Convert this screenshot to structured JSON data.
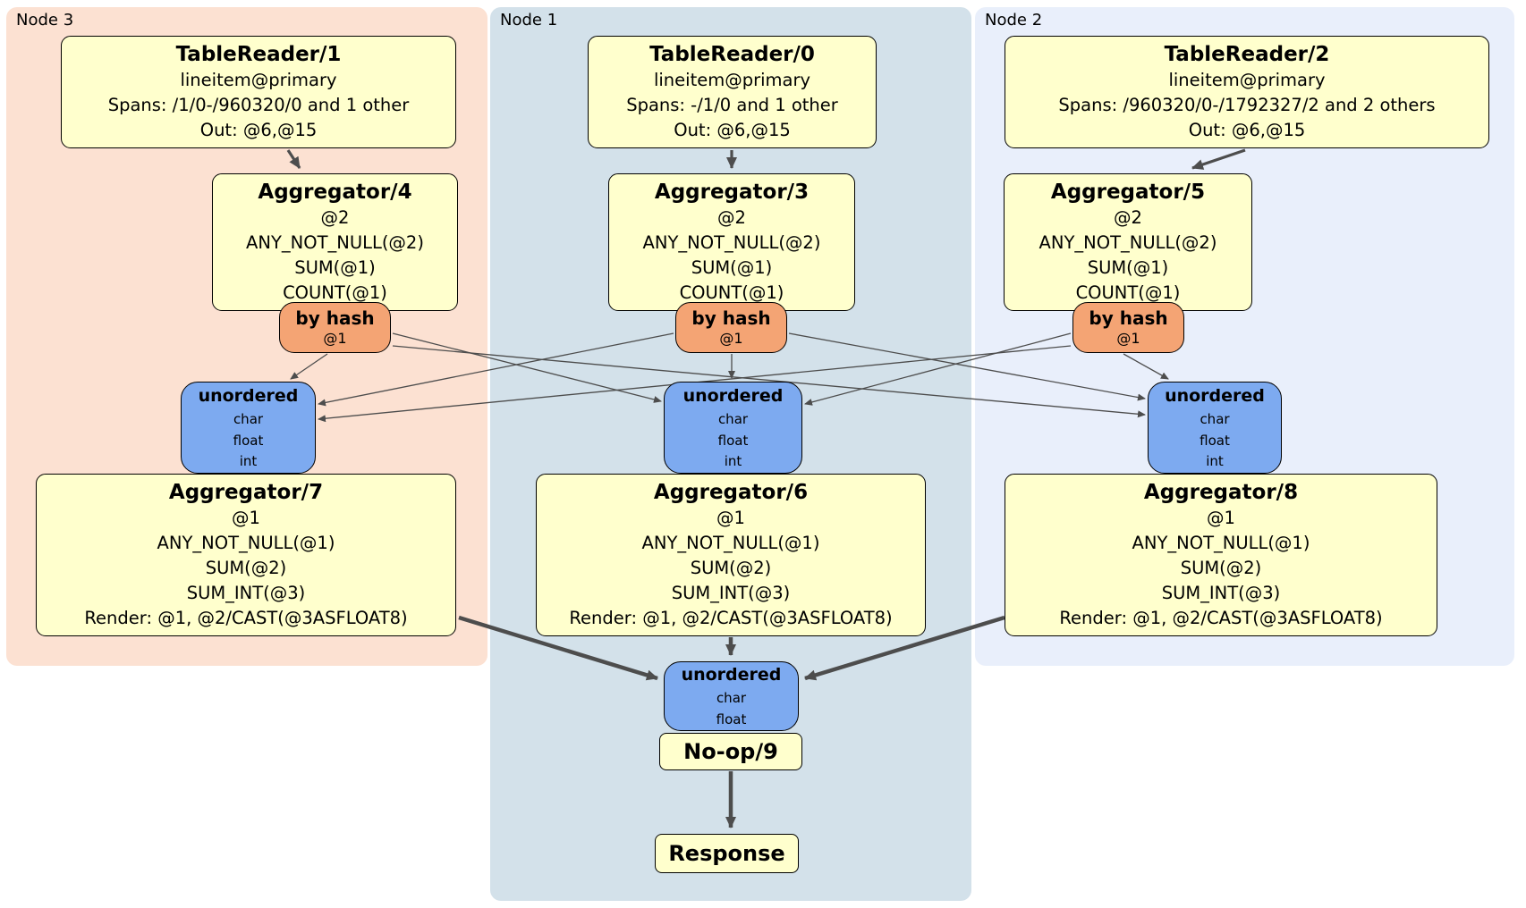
{
  "colors": {
    "node3_panel": "#fce1d2",
    "node1_panel": "#d3e1ea",
    "node2_panel": "#e9effb",
    "processor_fill": "#ffffcd",
    "router_fill": "#f4a474",
    "sync_fill": "#7daaf0",
    "edge": "#4d4d4d",
    "border": "#000000"
  },
  "panels": [
    {
      "label": "Node 3"
    },
    {
      "label": "Node 1"
    },
    {
      "label": "Node 2"
    }
  ],
  "processors": {
    "tr1": {
      "title": "TableReader/1",
      "lines": [
        "lineitem@primary",
        "Spans: /1/0-/960320/0 and 1 other",
        "Out: @6,@15"
      ]
    },
    "tr0": {
      "title": "TableReader/0",
      "lines": [
        "lineitem@primary",
        "Spans: -/1/0 and 1 other",
        "Out: @6,@15"
      ]
    },
    "tr2": {
      "title": "TableReader/2",
      "lines": [
        "lineitem@primary",
        "Spans: /960320/0-/1792327/2 and 2 others",
        "Out: @6,@15"
      ]
    },
    "agg4": {
      "title": "Aggregator/4",
      "lines": [
        "@2",
        "ANY_NOT_NULL(@2)",
        "SUM(@1)",
        "COUNT(@1)"
      ]
    },
    "agg3": {
      "title": "Aggregator/3",
      "lines": [
        "@2",
        "ANY_NOT_NULL(@2)",
        "SUM(@1)",
        "COUNT(@1)"
      ]
    },
    "agg5": {
      "title": "Aggregator/5",
      "lines": [
        "@2",
        "ANY_NOT_NULL(@2)",
        "SUM(@1)",
        "COUNT(@1)"
      ]
    },
    "agg7": {
      "title": "Aggregator/7",
      "lines": [
        "@1",
        "ANY_NOT_NULL(@1)",
        "SUM(@2)",
        "SUM_INT(@3)",
        "Render: @1, @2/CAST(@3ASFLOAT8)"
      ]
    },
    "agg6": {
      "title": "Aggregator/6",
      "lines": [
        "@1",
        "ANY_NOT_NULL(@1)",
        "SUM(@2)",
        "SUM_INT(@3)",
        "Render: @1, @2/CAST(@3ASFLOAT8)"
      ]
    },
    "agg8": {
      "title": "Aggregator/8",
      "lines": [
        "@1",
        "ANY_NOT_NULL(@1)",
        "SUM(@2)",
        "SUM_INT(@3)",
        "Render: @1, @2/CAST(@3ASFLOAT8)"
      ]
    },
    "noop": {
      "title": "No-op/9"
    },
    "response": {
      "title": "Response"
    }
  },
  "routers": {
    "node3": {
      "title": "by hash",
      "detail": "@1"
    },
    "node1": {
      "title": "by hash",
      "detail": "@1"
    },
    "node2": {
      "title": "by hash",
      "detail": "@1"
    }
  },
  "syncs": {
    "node3": {
      "title": "unordered",
      "items": [
        "char",
        "float",
        "int"
      ]
    },
    "node1": {
      "title": "unordered",
      "items": [
        "char",
        "float",
        "int"
      ]
    },
    "node2": {
      "title": "unordered",
      "items": [
        "char",
        "float",
        "int"
      ]
    },
    "final": {
      "title": "unordered",
      "items": [
        "char",
        "float"
      ]
    }
  }
}
